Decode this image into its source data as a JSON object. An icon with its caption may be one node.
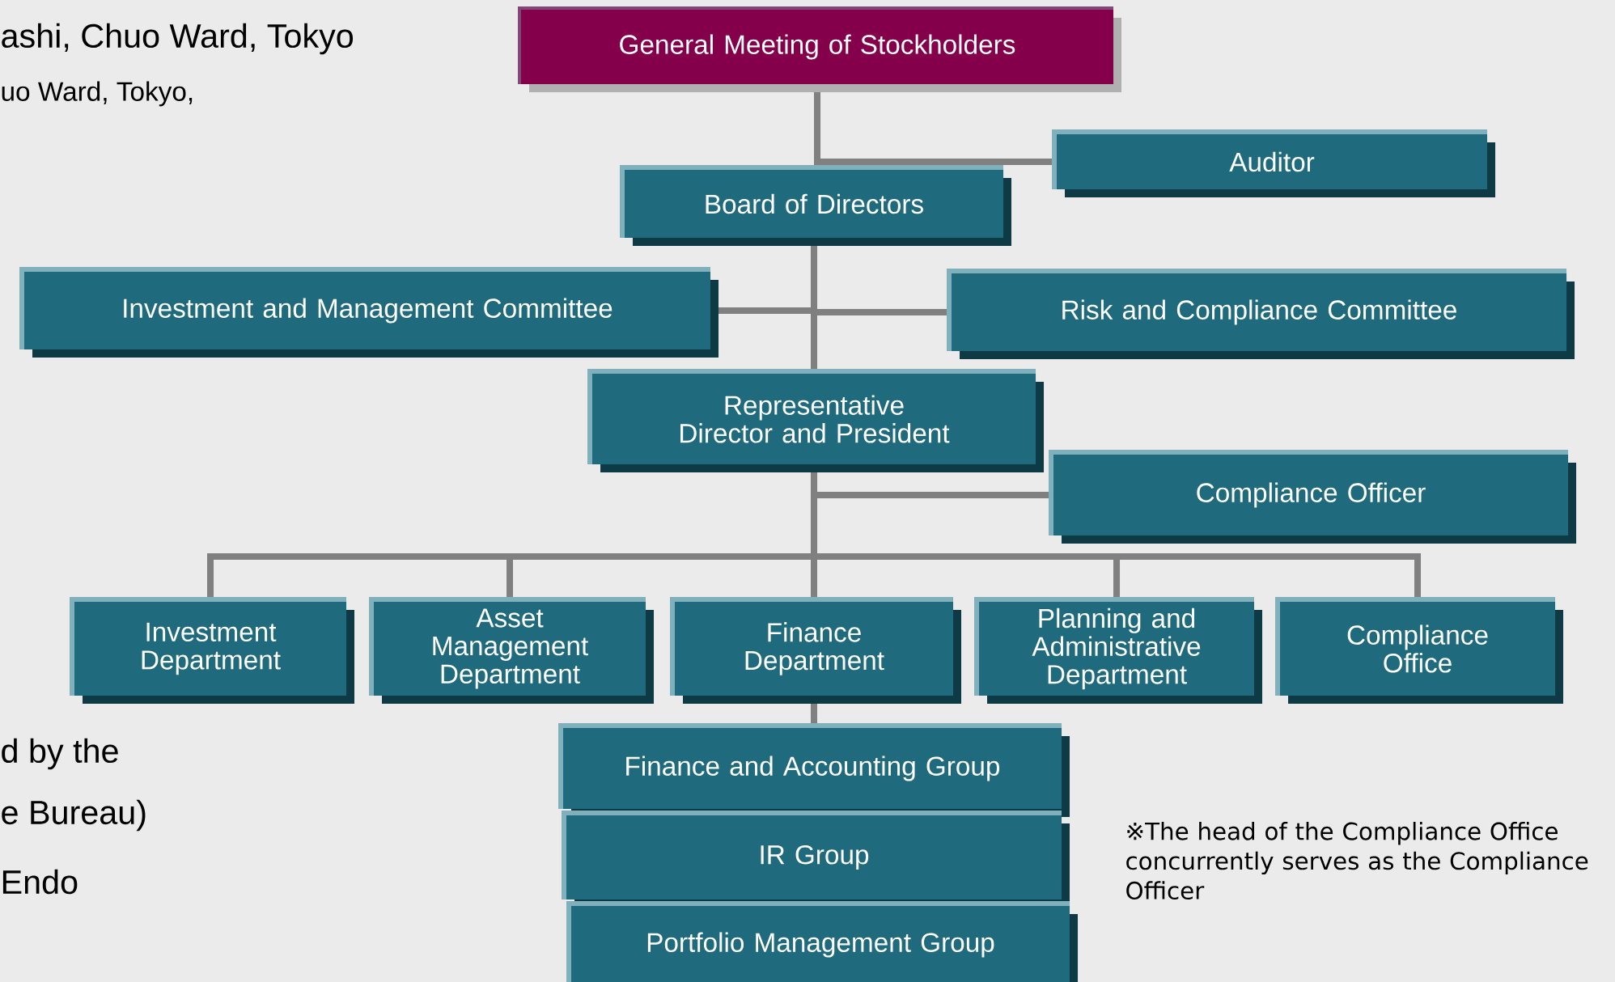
{
  "diagram": {
    "nodes": [
      {
        "text": [
          "General Meeting of Stockholders"
        ]
      },
      {
        "text": [
          "Auditor"
        ]
      },
      {
        "text": [
          "Board of Directors"
        ]
      },
      {
        "text": [
          "Investment and Management Committee"
        ]
      },
      {
        "text": [
          "Risk and Compliance Committee"
        ]
      },
      {
        "text": [
          "Representative Director and President"
        ]
      },
      {
        "text": [
          "Compliance Officer"
        ]
      },
      {
        "text": [
          "Investment Department"
        ]
      },
      {
        "text": [
          "Asset Management Department"
        ]
      },
      {
        "text": [
          "Finance Department"
        ]
      },
      {
        "text": [
          "Planning and Administrative Department"
        ]
      },
      {
        "text": [
          "Compliance Office"
        ]
      },
      {
        "text": [
          "Finance and Accounting Group"
        ]
      },
      {
        "text": [
          "IR Group"
        ]
      },
      {
        "text": [
          "Portfolio Management Group"
        ]
      }
    ],
    "edges": [
      {
        "from": 0,
        "to": 1,
        "arrow": "none"
      },
      {
        "from": 0,
        "to": 2,
        "arrow": "none"
      },
      {
        "from": 2,
        "to": 3,
        "arrow": "none"
      },
      {
        "from": 2,
        "to": 4,
        "arrow": "none"
      },
      {
        "from": 2,
        "to": 5,
        "arrow": "none"
      },
      {
        "from": 5,
        "to": 6,
        "arrow": "none"
      },
      {
        "from": 5,
        "to": 7,
        "arrow": "none"
      },
      {
        "from": 5,
        "to": 8,
        "arrow": "none"
      },
      {
        "from": 5,
        "to": 9,
        "arrow": "none"
      },
      {
        "from": 5,
        "to": 10,
        "arrow": "none"
      },
      {
        "from": 5,
        "to": 11,
        "arrow": "none"
      },
      {
        "from": 9,
        "to": 12,
        "arrow": "none"
      }
    ],
    "labels": [
      "ashi, Chuo Ward, Tokyo",
      "uo Ward, Tokyo,",
      "d by the",
      "e Bureau)",
      "Endo",
      "※The head of the Compliance Office concurrently serves as the Compliance Officer"
    ]
  }
}
